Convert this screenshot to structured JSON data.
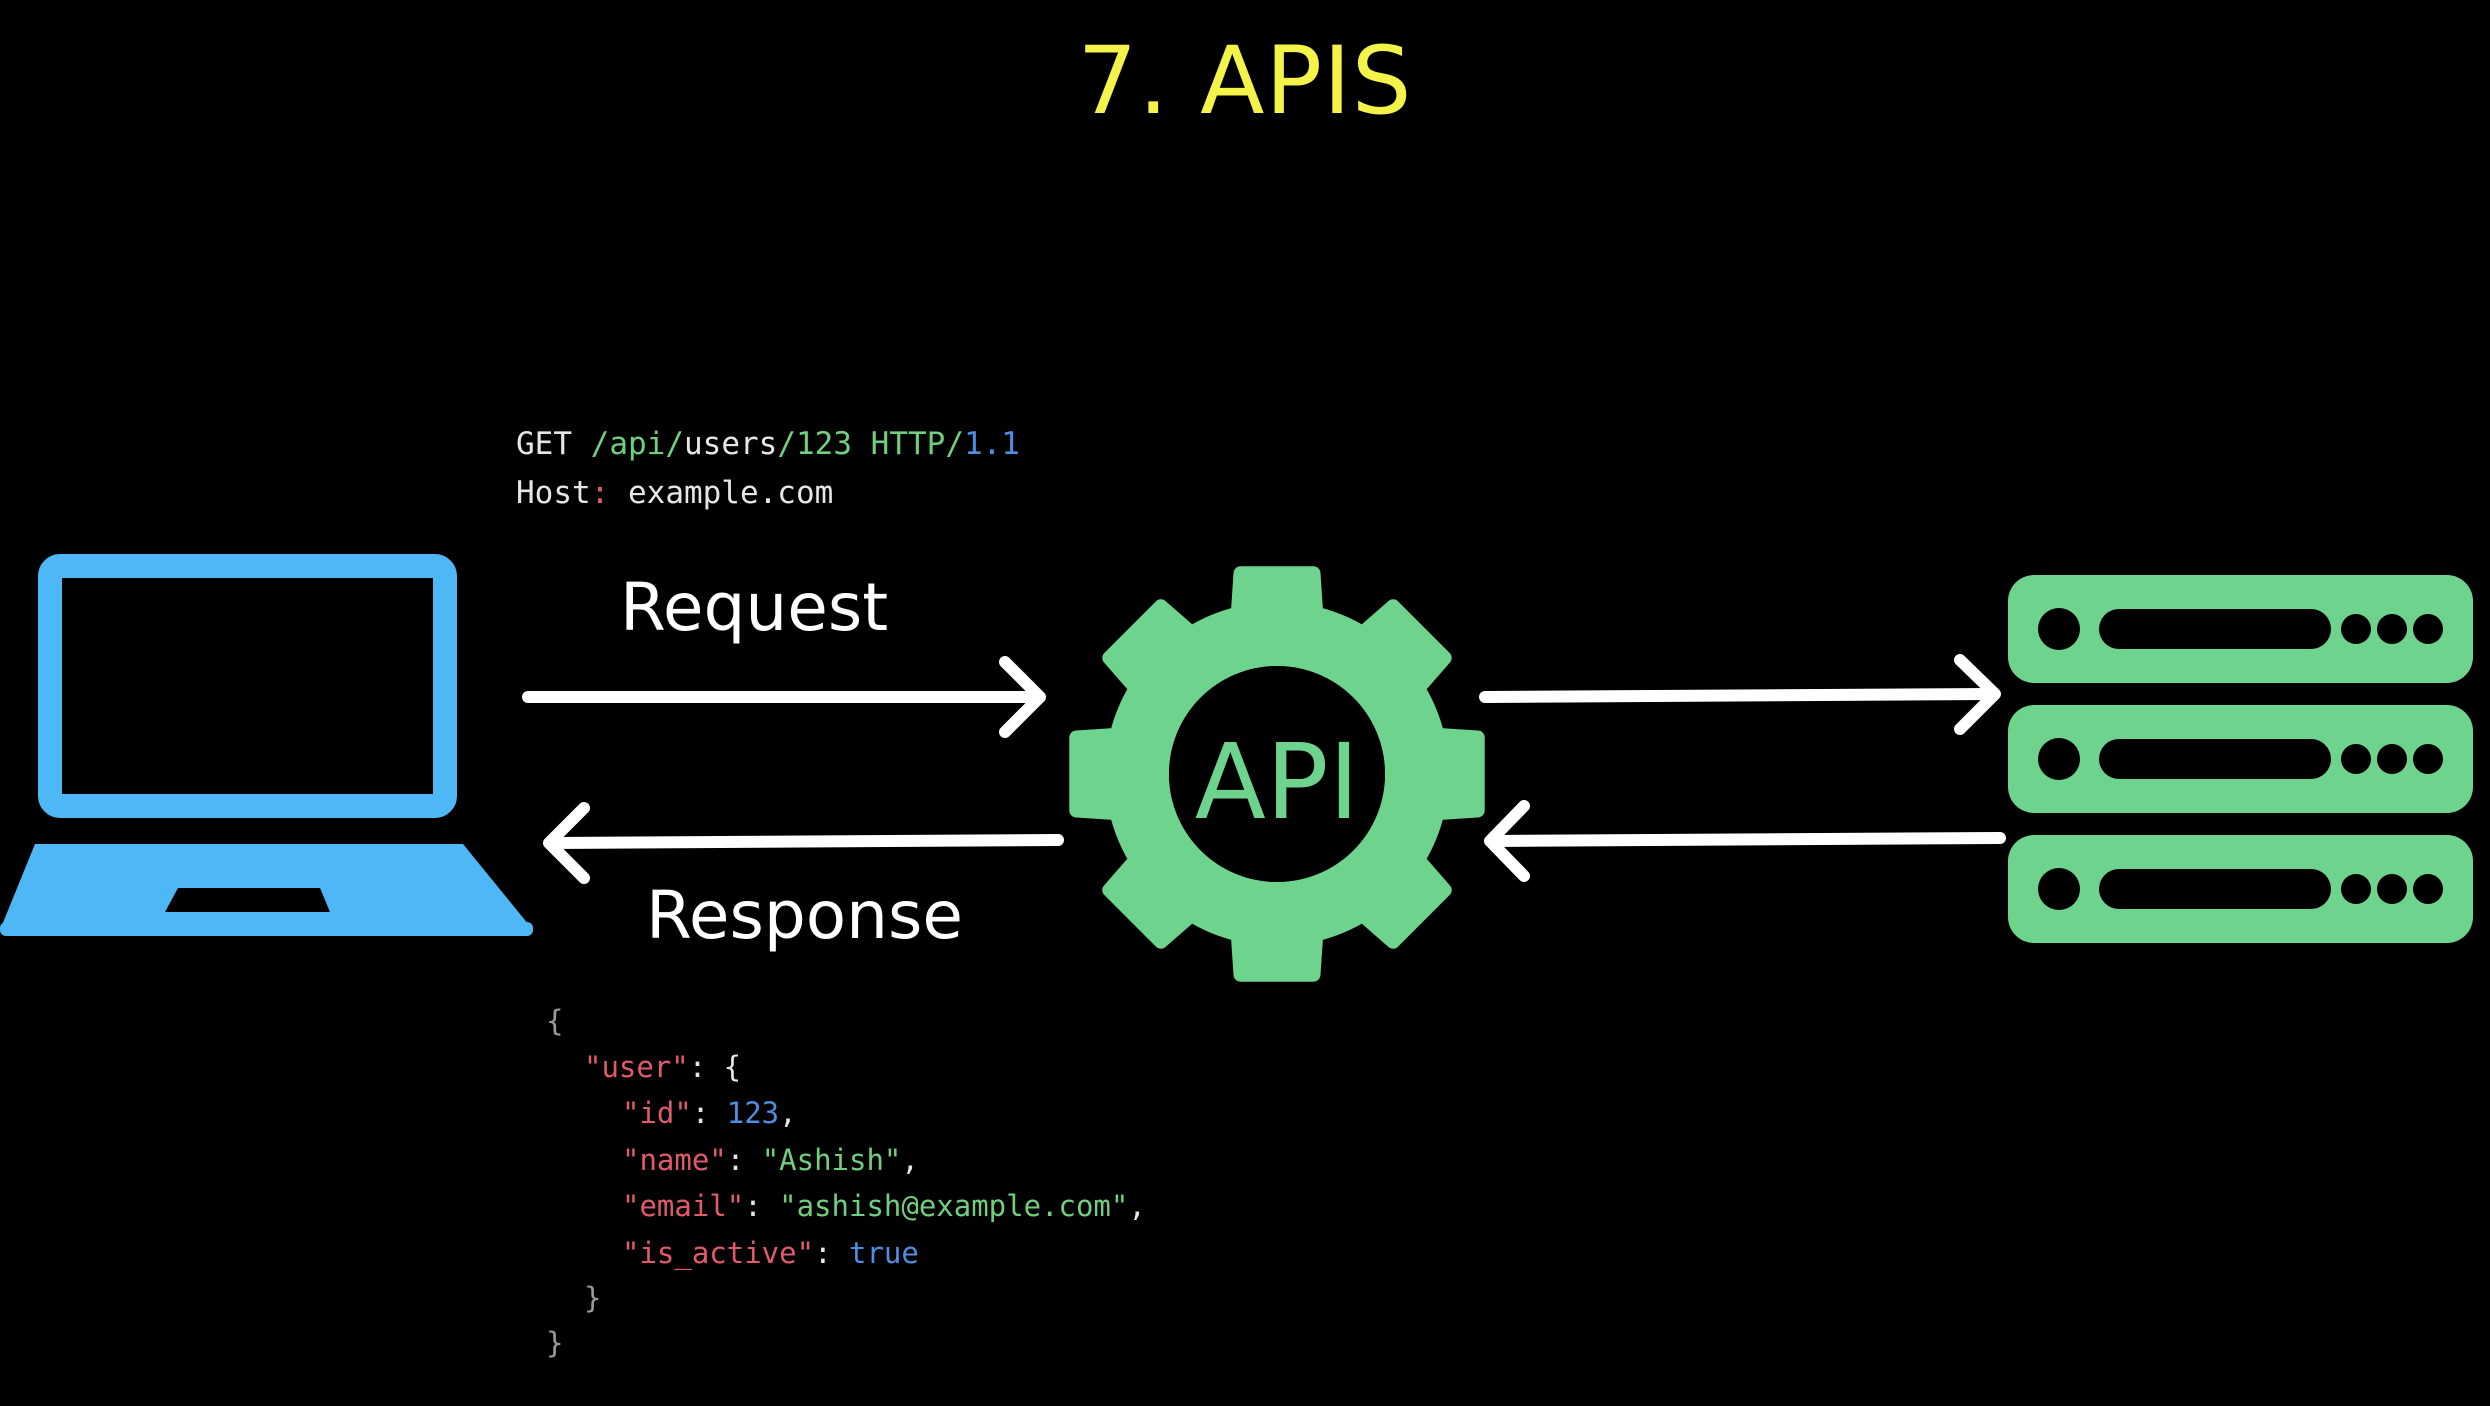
{
  "title": "7. APIS",
  "labels": {
    "request": "Request",
    "response": "Response",
    "gear_text": "API"
  },
  "request_code": {
    "method": "GET",
    "path_start": "/api/",
    "path_mid": "users",
    "path_end": "/123",
    "protocol": "HTTP",
    "slash": "/",
    "version": "1.1",
    "host_key": "Host",
    "host_colon": ":",
    "host_value": " example.com"
  },
  "response_code": {
    "open_brace": "{",
    "user_key": "\"user\"",
    "user_sep": ": {",
    "id_key": "\"id\"",
    "id_sep": ": ",
    "id_value": "123",
    "id_comma": ",",
    "name_key": "\"name\"",
    "name_sep": ": ",
    "name_value": "\"Ashish\"",
    "name_comma": ",",
    "email_key": "\"email\"",
    "email_sep": ": ",
    "email_value": "\"ashish@example.com\"",
    "email_comma": ",",
    "active_key": "\"is_active\"",
    "active_sep": ": ",
    "active_value": "true",
    "inner_close": "}",
    "outer_close": "}"
  },
  "colors": {
    "background": "#000000",
    "title": "#f3f34a",
    "laptop": "#4db8f5",
    "gear": "#6ed38c",
    "server": "#6ed38c",
    "arrows": "#ffffff",
    "code_plain": "#e6e6e6",
    "code_green": "#6fcf7f",
    "code_blue": "#4f8de0",
    "code_red": "#e05a6a",
    "code_dim": "#9a9a9a"
  },
  "icons": {
    "client": "laptop-icon",
    "api": "gear-icon",
    "backend": "server-rack-icon"
  }
}
